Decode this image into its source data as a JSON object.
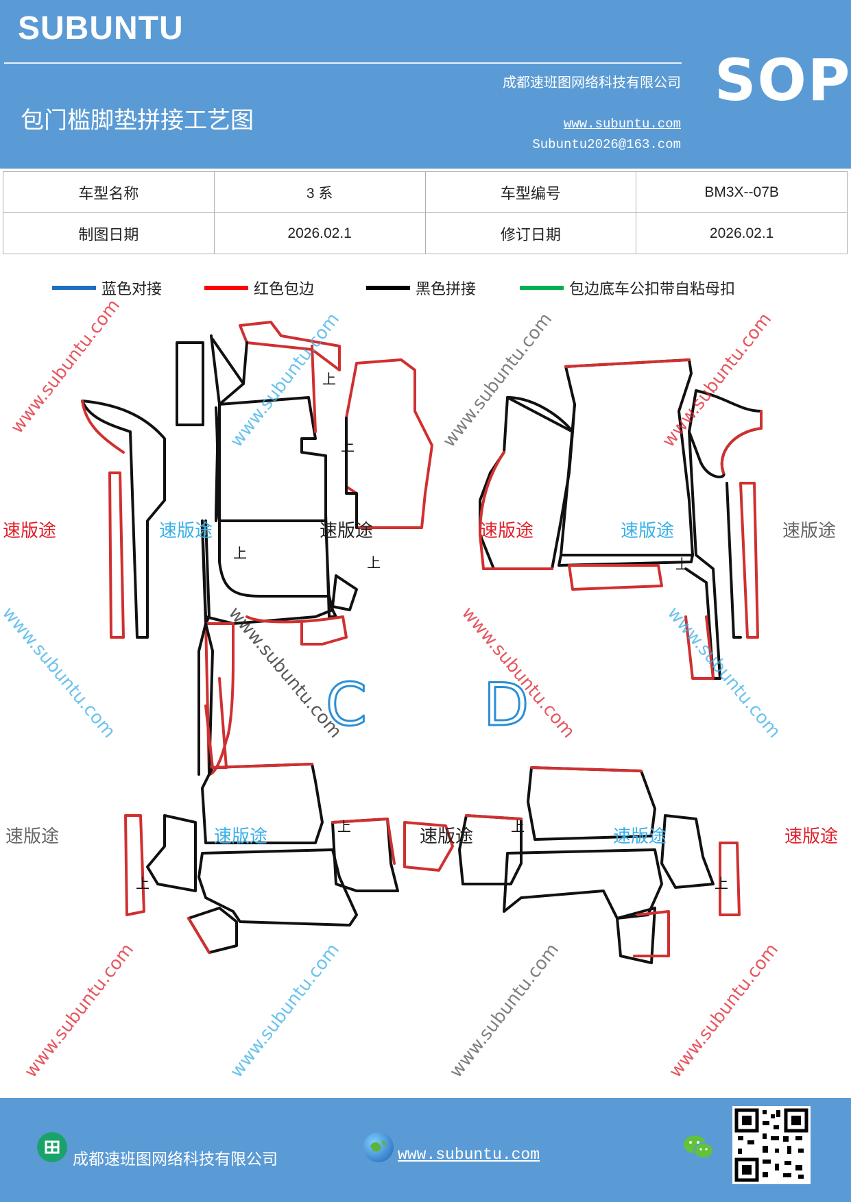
{
  "header": {
    "brand": "SUBUNTU",
    "company": "成都速班图网络科技有限公司",
    "title": "包门槛脚垫拼接工艺图",
    "website": "www.subuntu.com",
    "email": "Subuntu2026@163.com",
    "badge": "SOP"
  },
  "info_table": {
    "rows": [
      [
        "车型名称",
        "3 系",
        "车型编号",
        "BM3X--07B"
      ],
      [
        "制图日期",
        "2026.02.1",
        "修订日期",
        "2026.02.1"
      ]
    ]
  },
  "legend": [
    {
      "label": "蓝色对接",
      "color": "#1f6fbf"
    },
    {
      "label": "红色包边",
      "color": "#ff0000"
    },
    {
      "label": "黑色拼接",
      "color": "#000000"
    },
    {
      "label": "包边底车公扣带自粘母扣",
      "color": "#00b050"
    }
  ],
  "diagram": {
    "up_marker": "上",
    "part_labels": [
      "C",
      "D"
    ],
    "watermark_text": "速版途",
    "watermark_url": "www.subuntu.com",
    "colors": {
      "edge": "#d03030",
      "seam": "#111111",
      "butt": "#2b8fd6"
    }
  },
  "footer": {
    "company": "成都速班图网络科技有限公司",
    "website": "www.subuntu.com "
  }
}
